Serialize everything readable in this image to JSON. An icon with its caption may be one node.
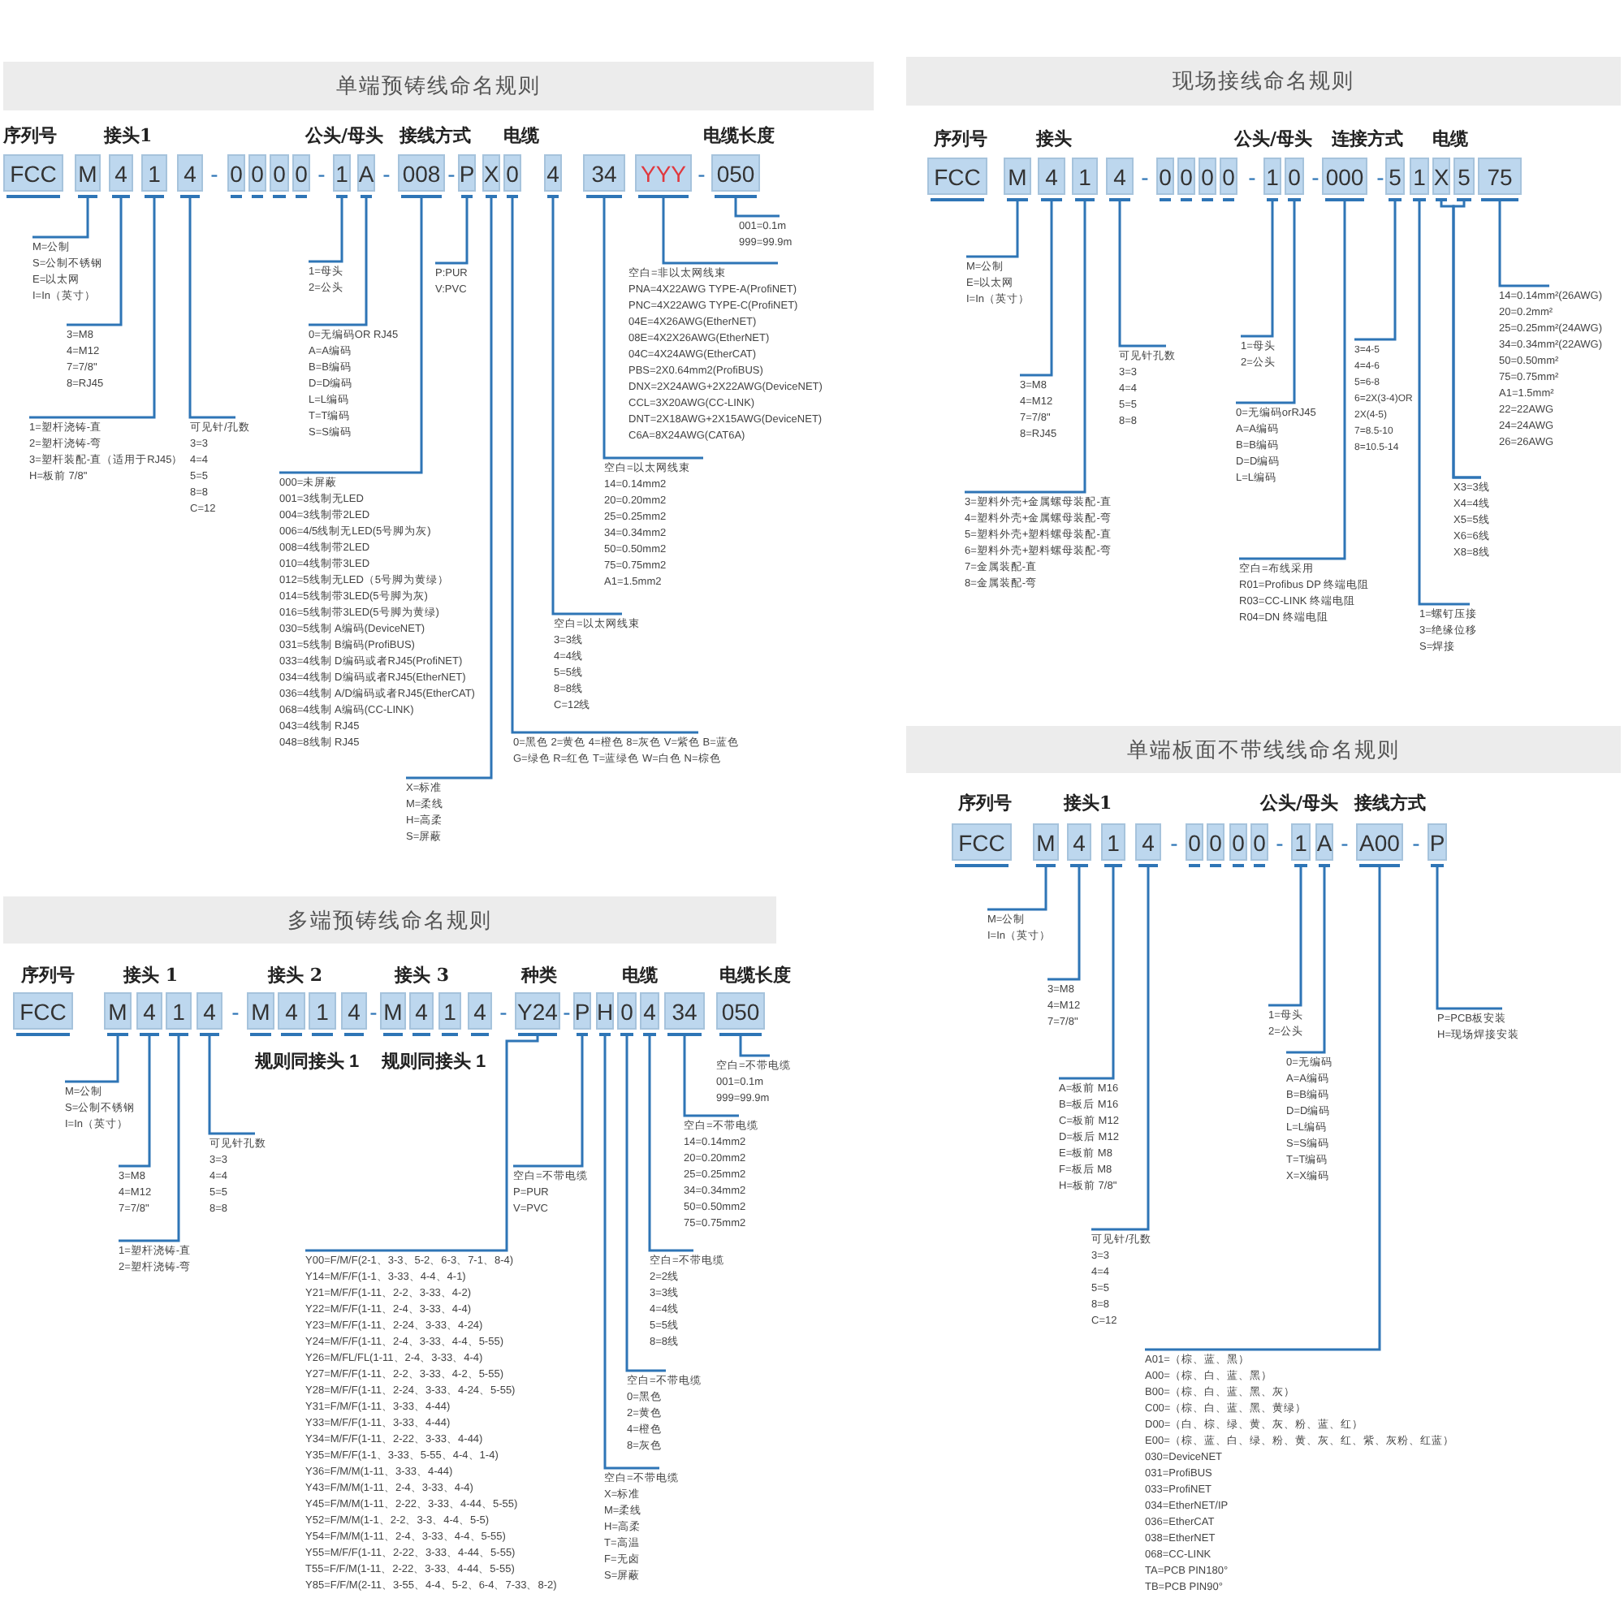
{
  "diagram": {
    "nodes": [
      {
        "text": [
          "单端预铸线命名规则"
        ]
      },
      {
        "text": [
          "FCC"
        ]
      },
      {
        "text": [
          "M"
        ]
      },
      {
        "text": [
          "4"
        ]
      },
      {
        "text": [
          "1"
        ]
      },
      {
        "text": [
          "4"
        ]
      },
      {
        "text": [
          "0"
        ]
      },
      {
        "text": [
          "0"
        ]
      },
      {
        "text": [
          "0"
        ]
      },
      {
        "text": [
          "0"
        ]
      },
      {
        "text": [
          "1"
        ]
      },
      {
        "text": [
          "A"
        ]
      },
      {
        "text": [
          "008"
        ]
      },
      {
        "text": [
          "P"
        ]
      },
      {
        "text": [
          "X"
        ]
      },
      {
        "text": [
          "0"
        ]
      },
      {
        "text": [
          "4"
        ]
      },
      {
        "text": [
          "34"
        ]
      },
      {
        "text": [
          "YYY"
        ]
      },
      {
        "text": [
          "050"
        ]
      },
      {
        "text": [
          "M=公制",
          "S=公制不锈钢",
          "E=以太网",
          "I=In（英寸）"
        ]
      },
      {
        "text": [
          "3=M8",
          "4=M12",
          "7=7/8\"",
          "8=RJ45"
        ]
      },
      {
        "text": [
          "1=塑杆浇铸-直",
          "2=塑杆浇铸-弯",
          "3=塑杆装配-直（适用于RJ45）",
          "H=板前 7/8\""
        ]
      },
      {
        "text": [
          "可见针/孔数",
          "3=3",
          "4=4",
          "5=5",
          "8=8",
          "C=12"
        ]
      },
      {
        "text": [
          "1=母头",
          "2=公头"
        ]
      },
      {
        "text": [
          "0=无编码OR RJ45",
          "A=A编码",
          "B=B编码",
          "D=D编码",
          "L=L编码",
          "T=T编码",
          "S=S编码"
        ]
      },
      {
        "text": [
          "000=未屏蔽",
          "001=3线制无LED",
          "004=3线制带2LED",
          "006=4/5线制无LED(5号脚为灰)",
          "008=4线制带2LED",
          "010=4线制带3LED",
          "012=5线制无LED（5号脚为黄绿）",
          "014=5线制带3LED(5号脚为灰)",
          "016=5线制带3LED(5号脚为黄绿)",
          "030=5线制 A编码(DeviceNET)",
          "031=5线制 B编码(ProfiBUS)",
          "033=4线制 D编码或者RJ45(ProfiNET)",
          "034=4线制 D编码或者RJ45(EtherNET)",
          "036=4线制 A/D编码或者RJ45(EtherCAT)",
          "068=4线制 A编码(CC-LINK)",
          "043=4线制 RJ45",
          "048=8线制 RJ45"
        ]
      },
      {
        "text": [
          "P:PUR",
          "V:PVC"
        ]
      },
      {
        "text": [
          "X=标准",
          "M=柔线",
          "H=高柔",
          "S=屏蔽"
        ]
      },
      {
        "text": [
          "0=黑色 2=黄色 4=橙色 8=灰色 V=紫色 B=蓝色",
          "G=绿色 R=红色 T=蓝绿色 W=白色 N=棕色"
        ]
      },
      {
        "text": [
          "空白=以太网线束",
          "3=3线",
          "4=4线",
          "5=5线",
          "8=8线",
          "C=12线"
        ]
      },
      {
        "text": [
          "空白=以太网线束",
          "14=0.14mm2",
          "20=0.20mm2",
          "25=0.25mm2",
          "34=0.34mm2",
          "50=0.50mm2",
          "75=0.75mm2",
          "A1=1.5mm2"
        ]
      },
      {
        "text": [
          "空白=非以太网线束",
          "PNA=4X22AWG TYPE-A(ProfiNET)",
          "PNC=4X22AWG TYPE-C(ProfiNET)",
          "04E=4X26AWG(EtherNET)",
          "08E=4X2X26AWG(EtherNET)",
          "04C=4X24AWG(EtherCAT)",
          "PBS=2X0.64mm2(ProfiBUS)",
          "DNX=2X24AWG+2X22AWG(DeviceNET)",
          "CCL=3X20AWG(CC-LINK)",
          "DNT=2X18AWG+2X15AWG(DeviceNET)",
          "C6A=8X24AWG(CAT6A)"
        ]
      },
      {
        "text": [
          "001=0.1m",
          "999=99.9m"
        ]
      },
      {
        "text": [
          "现场接线命名规则"
        ]
      },
      {
        "text": [
          "FCC"
        ]
      },
      {
        "text": [
          "M"
        ]
      },
      {
        "text": [
          "4"
        ]
      },
      {
        "text": [
          "1"
        ]
      },
      {
        "text": [
          "4"
        ]
      },
      {
        "text": [
          "0"
        ]
      },
      {
        "text": [
          "0"
        ]
      },
      {
        "text": [
          "0"
        ]
      },
      {
        "text": [
          "0"
        ]
      },
      {
        "text": [
          "1"
        ]
      },
      {
        "text": [
          "0"
        ]
      },
      {
        "text": [
          "000"
        ]
      },
      {
        "text": [
          "5"
        ]
      },
      {
        "text": [
          "1"
        ]
      },
      {
        "text": [
          "X"
        ]
      },
      {
        "text": [
          "5"
        ]
      },
      {
        "text": [
          "75"
        ]
      },
      {
        "text": [
          "M=公制",
          "E=以太网",
          "I=In（英寸）"
        ]
      },
      {
        "text": [
          "3=M8",
          "4=M12",
          "7=7/8\"",
          "8=RJ45"
        ]
      },
      {
        "text": [
          "3=塑料外壳+金属螺母装配-直",
          "4=塑料外壳+金属螺母装配-弯",
          "5=塑料外壳+塑料螺母装配-直",
          "6=塑料外壳+塑料螺母装配-弯",
          "7=金属装配-直",
          "8=金属装配-弯"
        ]
      },
      {
        "text": [
          "可见针孔数",
          "3=3",
          "4=4",
          "5=5",
          "8=8"
        ]
      },
      {
        "text": [
          "1=母头",
          "2=公头"
        ]
      },
      {
        "text": [
          "0=无编码orRJ45",
          "A=A编码",
          "B=B编码",
          "D=D编码",
          "L=L编码"
        ]
      },
      {
        "text": [
          "空白=布线采用",
          "R01=Profibus DP 终端电阻",
          "R03=CC-LINK 终端电阻",
          "R04=DN 终端电阻"
        ]
      },
      {
        "text": [
          "3=4-5",
          "4=4-6",
          "5=6-8",
          "6=2X(3-4)OR 2X(4-5)",
          "7=8.5-10",
          "8=10.5-14"
        ]
      },
      {
        "text": [
          "1=螺钉压接",
          "3=绝缘位移",
          "S=焊接"
        ]
      },
      {
        "text": [
          "X3=3线",
          "X4=4线",
          "X5=5线",
          "X6=6线",
          "X8=8线"
        ]
      },
      {
        "text": [
          "14=0.14mm²(26AWG)",
          "20=0.2mm²",
          "25=0.25mm²(24AWG)",
          "34=0.34mm²(22AWG)",
          "50=0.50mm²",
          "75=0.75mm²",
          "A1=1.5mm²",
          "22=22AWG",
          "24=24AWG",
          "26=26AWG"
        ]
      },
      {
        "text": [
          "多端预铸线命名规则"
        ]
      },
      {
        "text": [
          "FCC"
        ]
      },
      {
        "text": [
          "M"
        ]
      },
      {
        "text": [
          "4"
        ]
      },
      {
        "text": [
          "1"
        ]
      },
      {
        "text": [
          "4"
        ]
      },
      {
        "text": [
          "M"
        ]
      },
      {
        "text": [
          "4"
        ]
      },
      {
        "text": [
          "1"
        ]
      },
      {
        "text": [
          "4"
        ]
      },
      {
        "text": [
          "M"
        ]
      },
      {
        "text": [
          "4"
        ]
      },
      {
        "text": [
          "1"
        ]
      },
      {
        "text": [
          "4"
        ]
      },
      {
        "text": [
          "Y24"
        ]
      },
      {
        "text": [
          "P"
        ]
      },
      {
        "text": [
          "H"
        ]
      },
      {
        "text": [
          "0"
        ]
      },
      {
        "text": [
          "4"
        ]
      },
      {
        "text": [
          "34"
        ]
      },
      {
        "text": [
          "050"
        ]
      },
      {
        "text": [
          "M=公制",
          "S=公制不锈钢",
          "I=In（英寸）"
        ]
      },
      {
        "text": [
          "3=M8",
          "4=M12",
          "7=7/8\""
        ]
      },
      {
        "text": [
          "1=塑杆浇铸-直",
          "2=塑杆浇铸-弯"
        ]
      },
      {
        "text": [
          "可见针孔数",
          "3=3",
          "4=4",
          "5=5",
          "8=8"
        ]
      },
      {
        "text": [
          "Y00=F/M/F(2-1、3-3、5-2、6-3、7-1、8-4)",
          "Y14=M/F/F(1-1、3-33、4-4、4-1)",
          "Y21=M/F/F(1-11、2-2、3-33、4-2)",
          "Y22=M/F/F(1-11、2-4、3-33、4-4)",
          "Y23=M/F/F(1-11、2-24、3-33、4-24)",
          "Y24=M/F/F(1-11、2-4、3-33、4-4、5-55)",
          "Y26=M/FL/FL(1-11、2-4、3-33、4-4)",
          "Y27=M/F/F(1-11、2-2、3-33、4-2、5-55)",
          "Y28=M/F/F(1-11、2-24、3-33、4-24、5-55)",
          "Y31=F/M/F(1-11、3-33、4-44)",
          "Y33=M/F/F(1-11、3-33、4-44)",
          "Y34=M/F/F(1-11、2-22、3-33、4-44)",
          "Y35=M/F/F(1-1、3-33、5-55、4-4、1-4)",
          "Y36=F/M/M(1-11、3-33、4-44)",
          "Y43=F/M/M(1-11、2-4、3-33、4-4)",
          "Y45=F/M/M(1-11、2-22、3-33、4-44、5-55)",
          "Y52=F/M/M(1-1、2-2、3-3、4-4、5-5)",
          "Y54=F/M/M(1-11、2-4、3-33、4-4、5-55)",
          "Y55=M/F/F(1-11、2-22、3-33、4-44、5-55)",
          "T55=F/F/M(1-11、2-22、3-33、4-44、5-55)",
          "Y85=F/F/M(2-11、3-55、4-4、5-2、6-4、7-33、8-2)"
        ]
      },
      {
        "text": [
          "空白=不带电缆",
          "P=PUR",
          "V=PVC"
        ]
      },
      {
        "text": [
          "空白=不带电缆",
          "X=标准",
          "M=柔线",
          "H=高柔",
          "T=高温",
          "F=无卤",
          "S=屏蔽"
        ]
      },
      {
        "text": [
          "空白=不带电缆",
          "0=黑色",
          "2=黄色",
          "4=橙色",
          "8=灰色"
        ]
      },
      {
        "text": [
          "空白=不带电缆",
          "2=2线",
          "3=3线",
          "4=4线",
          "5=5线",
          "8=8线"
        ]
      },
      {
        "text": [
          "空白=不带电缆",
          "14=0.14mm2",
          "20=0.20mm2",
          "25=0.25mm2",
          "34=0.34mm2",
          "50=0.50mm2",
          "75=0.75mm2"
        ]
      },
      {
        "text": [
          "空白=不带电缆",
          "001=0.1m",
          "999=99.9m"
        ]
      },
      {
        "text": [
          "单端板面不带线线命名规则"
        ]
      },
      {
        "text": [
          "FCC"
        ]
      },
      {
        "text": [
          "M"
        ]
      },
      {
        "text": [
          "4"
        ]
      },
      {
        "text": [
          "1"
        ]
      },
      {
        "text": [
          "4"
        ]
      },
      {
        "text": [
          "0"
        ]
      },
      {
        "text": [
          "0"
        ]
      },
      {
        "text": [
          "0"
        ]
      },
      {
        "text": [
          "0"
        ]
      },
      {
        "text": [
          "1"
        ]
      },
      {
        "text": [
          "A"
        ]
      },
      {
        "text": [
          "A00"
        ]
      },
      {
        "text": [
          "P"
        ]
      },
      {
        "text": [
          "M=公制",
          "I=In（英寸）"
        ]
      },
      {
        "text": [
          "3=M8",
          "4=M12",
          "7=7/8\""
        ]
      },
      {
        "text": [
          "A=板前 M16",
          "B=板后 M16",
          "C=板前 M12",
          "D=板后 M12",
          "E=板前 M8",
          "F=板后 M8",
          "H=板前 7/8\""
        ]
      },
      {
        "text": [
          "可见针/孔数",
          "3=3",
          "4=4",
          "5=5",
          "8=8",
          "C=12"
        ]
      },
      {
        "text": [
          "1=母头",
          "2=公头"
        ]
      },
      {
        "text": [
          "0=无编码",
          "A=A编码",
          "B=B编码",
          "D=D编码",
          "L=L编码",
          "S=S编码",
          "T=T编码",
          "X=X编码"
        ]
      },
      {
        "text": [
          "A01=（棕、蓝、黑）",
          "A00=（棕、白、蓝、黑）",
          "B00=（棕、白、蓝、黑、灰）",
          "C00=（棕、白、蓝、黑、黄绿）",
          "D00=（白、棕、绿、黄、灰、粉、蓝、红）",
          "E00=（棕、蓝、白、绿、粉、黄、灰、红、紫、灰粉、红蓝）",
          "030=DeviceNET",
          "031=ProfiBUS",
          "033=ProfiNET",
          "034=EtherNET/IP",
          "036=EtherCAT",
          "038=EtherNET",
          "068=CC-LINK",
          "TA=PCB PIN180°",
          "TB=PCB PIN90°"
        ]
      },
      {
        "text": [
          "P=PCB板安装",
          "H=现场焊接安装"
        ]
      }
    ],
    "edges": [
      {
        "from": 2,
        "to": 20,
        "arrow": "none"
      },
      {
        "from": 3,
        "to": 21,
        "arrow": "none"
      },
      {
        "from": 4,
        "to": 22,
        "arrow": "none"
      },
      {
        "from": 5,
        "to": 23,
        "arrow": "none"
      },
      {
        "from": 10,
        "to": 24,
        "arrow": "none"
      },
      {
        "from": 11,
        "to": 25,
        "arrow": "none"
      },
      {
        "from": 12,
        "to": 26,
        "arrow": "none"
      },
      {
        "from": 13,
        "to": 27,
        "arrow": "none"
      },
      {
        "from": 14,
        "to": 28,
        "arrow": "none"
      },
      {
        "from": 15,
        "to": 29,
        "arrow": "none"
      },
      {
        "from": 16,
        "to": 30,
        "arrow": "none"
      },
      {
        "from": 17,
        "to": 31,
        "arrow": "none"
      },
      {
        "from": 18,
        "to": 32,
        "arrow": "none"
      },
      {
        "from": 19,
        "to": 33,
        "arrow": "none"
      },
      {
        "from": 36,
        "to": 52,
        "arrow": "none"
      },
      {
        "from": 37,
        "to": 53,
        "arrow": "none"
      },
      {
        "from": 38,
        "to": 54,
        "arrow": "none"
      },
      {
        "from": 39,
        "to": 55,
        "arrow": "none"
      },
      {
        "from": 44,
        "to": 56,
        "arrow": "none"
      },
      {
        "from": 45,
        "to": 57,
        "arrow": "none"
      },
      {
        "from": 46,
        "to": 58,
        "arrow": "none"
      },
      {
        "from": 47,
        "to": 59,
        "arrow": "none"
      },
      {
        "from": 48,
        "to": 60,
        "arrow": "none"
      },
      {
        "from": 49,
        "to": 61,
        "arrow": "none"
      },
      {
        "from": 50,
        "to": 61,
        "arrow": "none"
      },
      {
        "from": 51,
        "to": 62,
        "arrow": "none"
      },
      {
        "from": 65,
        "to": 84,
        "arrow": "none"
      },
      {
        "from": 66,
        "to": 85,
        "arrow": "none"
      },
      {
        "from": 67,
        "to": 86,
        "arrow": "none"
      },
      {
        "from": 68,
        "to": 87,
        "arrow": "none"
      },
      {
        "from": 77,
        "to": 88,
        "arrow": "none"
      },
      {
        "from": 78,
        "to": 89,
        "arrow": "none"
      },
      {
        "from": 79,
        "to": 90,
        "arrow": "none"
      },
      {
        "from": 80,
        "to": 91,
        "arrow": "none"
      },
      {
        "from": 81,
        "to": 92,
        "arrow": "none"
      },
      {
        "from": 82,
        "to": 93,
        "arrow": "none"
      },
      {
        "from": 83,
        "to": 94,
        "arrow": "none"
      },
      {
        "from": 97,
        "to": 109,
        "arrow": "none"
      },
      {
        "from": 98,
        "to": 110,
        "arrow": "none"
      },
      {
        "from": 99,
        "to": 111,
        "arrow": "none"
      },
      {
        "from": 100,
        "to": 112,
        "arrow": "none"
      },
      {
        "from": 105,
        "to": 113,
        "arrow": "none"
      },
      {
        "from": 106,
        "to": 114,
        "arrow": "none"
      },
      {
        "from": 107,
        "to": 115,
        "arrow": "none"
      },
      {
        "from": 108,
        "to": 116,
        "arrow": "none"
      }
    ],
    "labels": [
      "序列号",
      "接头1",
      "公头/母头",
      "接线方式",
      "电缆",
      "电缆长度",
      "-",
      "-",
      "-",
      "-",
      "-",
      "序列号",
      "接头",
      "公头/母头",
      "连接方式",
      "电缆",
      "-",
      "-",
      "-",
      "-",
      "序列号",
      "接头 1",
      "接头 2",
      "接头 3",
      "种类",
      "电缆",
      "电缆长度",
      "-",
      "-",
      "-",
      "-",
      "规则同接头 1",
      "规则同接头 1",
      "序列号",
      "接头1",
      "公头/母头",
      "接线方式",
      "-",
      "-",
      "-",
      "-"
    ]
  }
}
